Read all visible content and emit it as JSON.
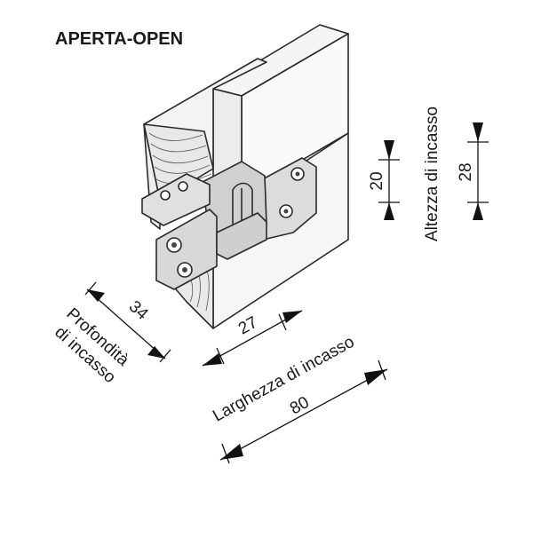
{
  "title": "APERTA-OPEN",
  "dimensions": {
    "height_label": "Altezza di incasso",
    "height_inner": "20",
    "height_outer": "28",
    "depth_label_line1": "Profondità",
    "depth_label_line2": "di incasso",
    "depth_value": "34",
    "width_label": "Larghezza di incasso",
    "width_inner": "27",
    "width_outer": "80"
  },
  "colors": {
    "line": "#2a2a2a",
    "wood_face": "#f2f2f2",
    "hinge_plate": "#dcdcdc"
  }
}
